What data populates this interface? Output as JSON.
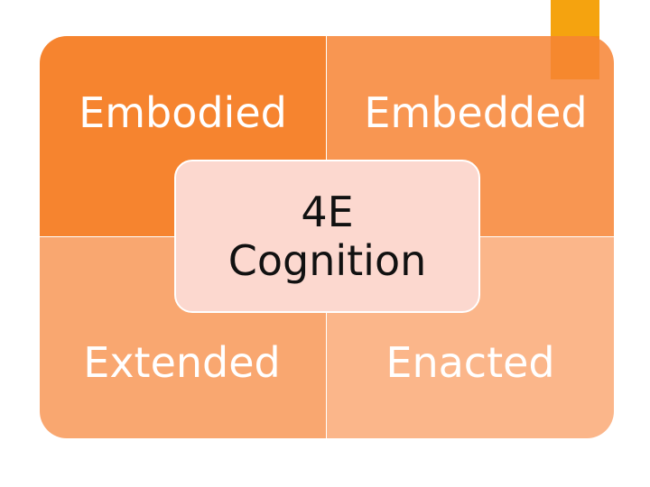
{
  "accent_color": "#f5a30f",
  "quadrants": {
    "top_left": {
      "label": "Embodied",
      "color": "#f6842f"
    },
    "top_right": {
      "label": "Embedded",
      "color": "#f89652"
    },
    "bottom_left": {
      "label": "Extended",
      "color": "#f9a770"
    },
    "bottom_right": {
      "label": "Enacted",
      "color": "#fbb68a"
    }
  },
  "center": {
    "line1": "4E",
    "line2": "Cognition",
    "color": "#fcd8cf"
  }
}
